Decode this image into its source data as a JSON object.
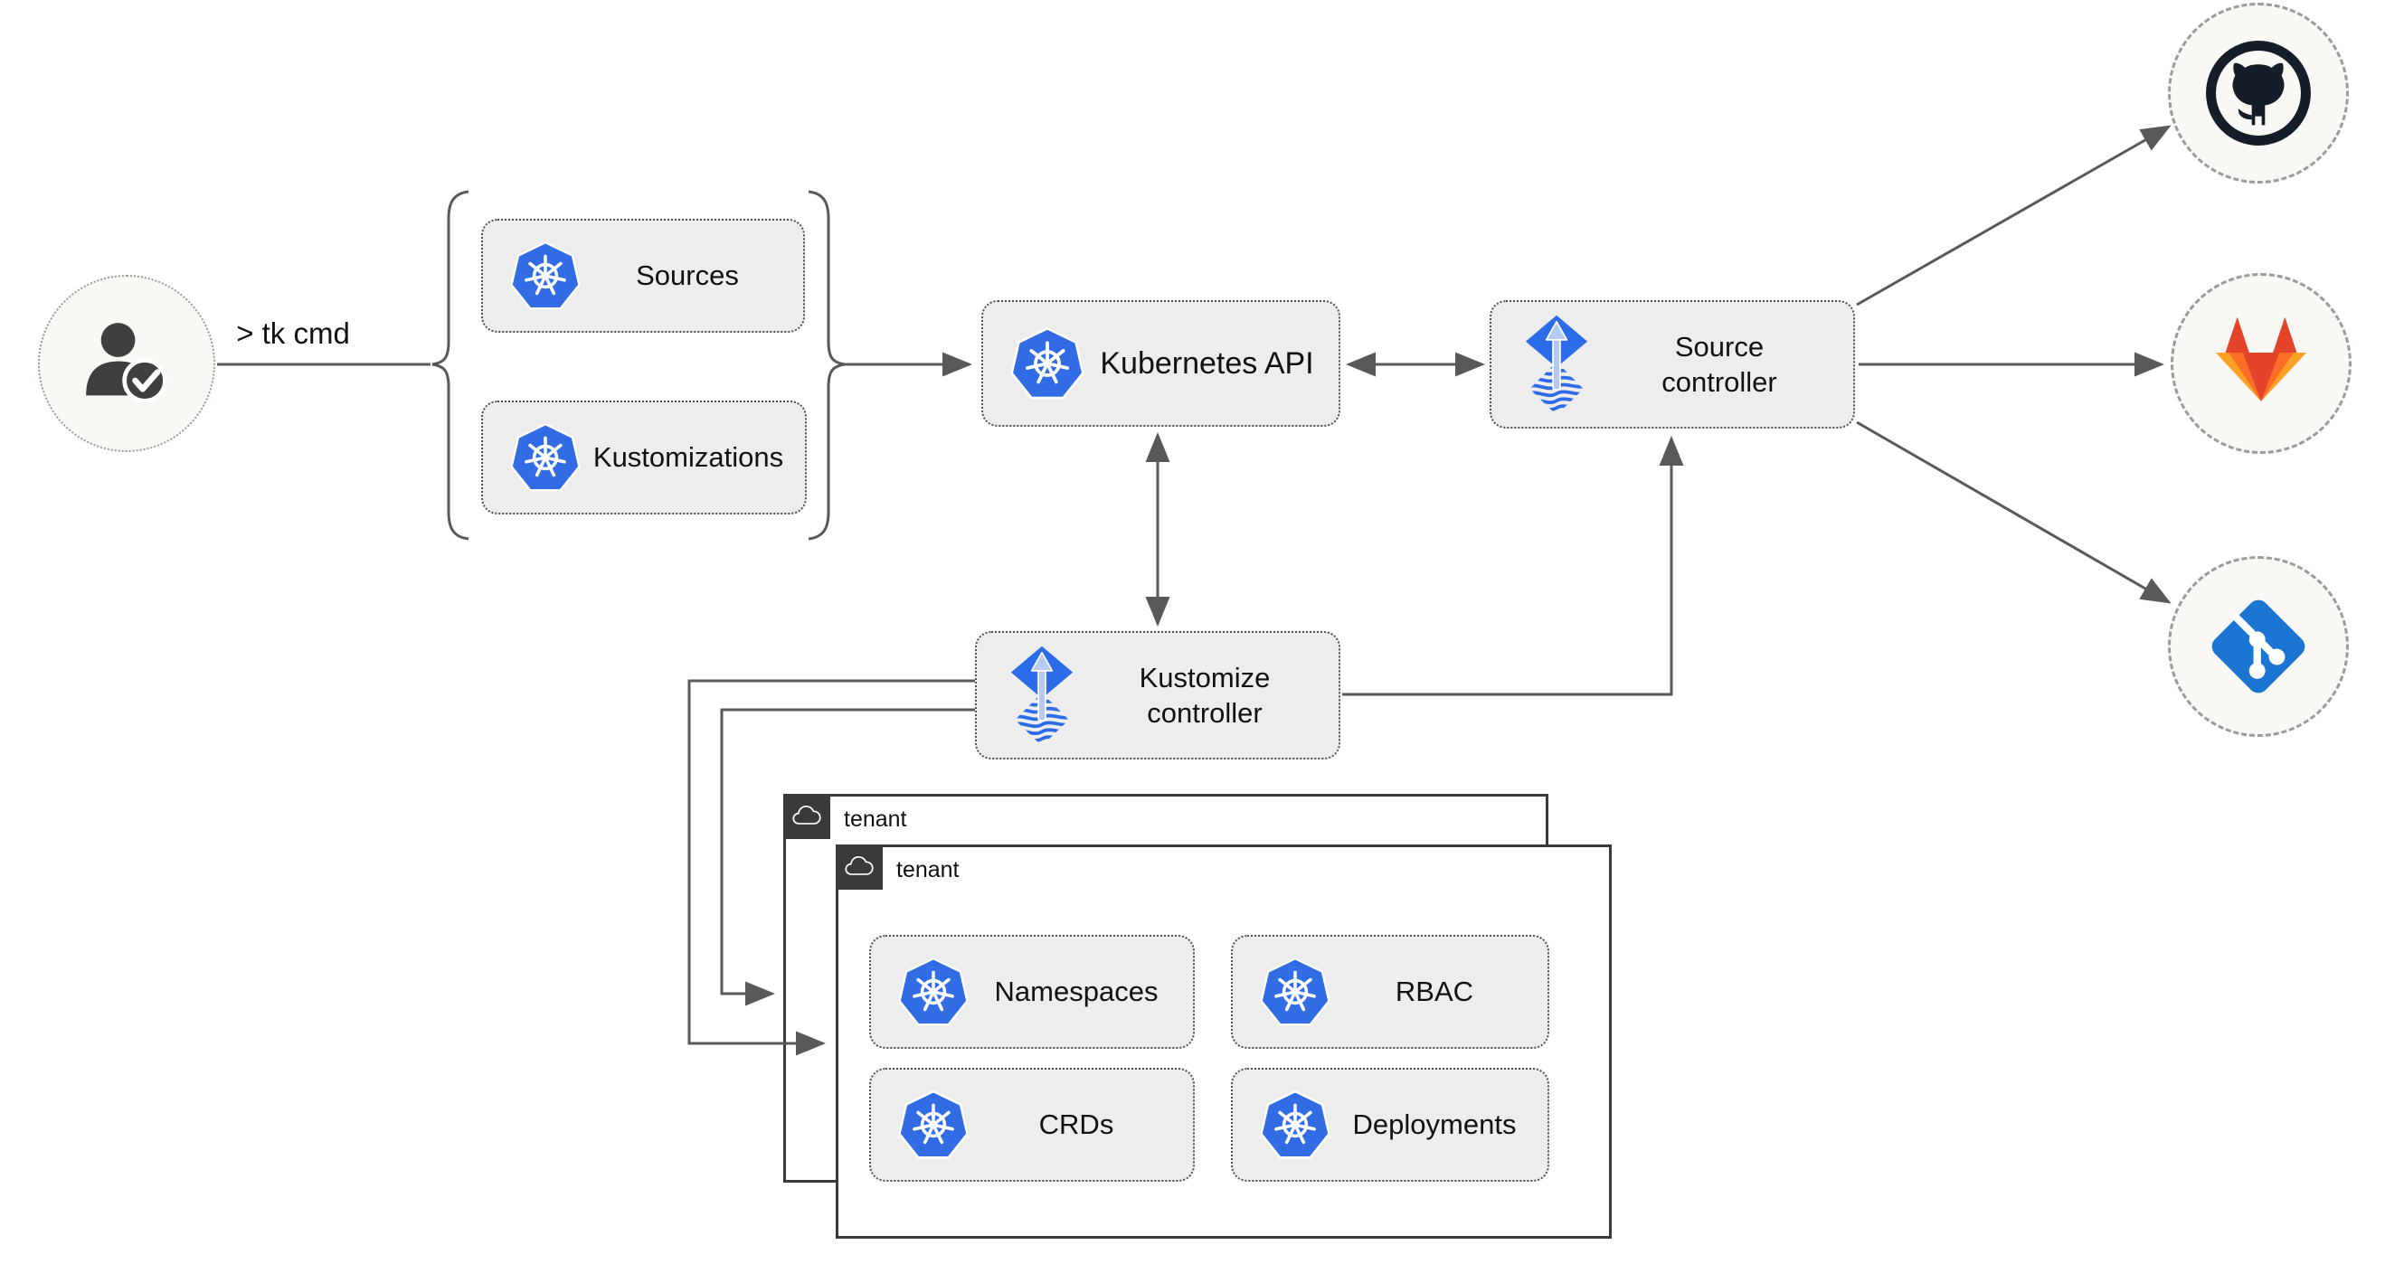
{
  "user": {
    "icon": "user-check-icon",
    "command_label": "> tk cmd"
  },
  "crd_group": {
    "items": [
      {
        "icon": "kubernetes-icon",
        "label": "Sources"
      },
      {
        "icon": "kubernetes-icon",
        "label": "Kustomizations"
      }
    ]
  },
  "nodes": {
    "kubernetes_api": {
      "icon": "kubernetes-icon",
      "label": "Kubernetes API"
    },
    "source_controller": {
      "icon": "flux-icon",
      "label_line1": "Source",
      "label_line2": "controller"
    },
    "kustomize_controller": {
      "icon": "flux-icon",
      "label_line1": "Kustomize",
      "label_line2": "controller"
    }
  },
  "git_providers": [
    {
      "name": "GitHub",
      "icon": "github-icon"
    },
    {
      "name": "GitLab",
      "icon": "gitlab-icon"
    },
    {
      "name": "Git",
      "icon": "git-icon"
    }
  ],
  "tenants": {
    "back": {
      "icon": "cloud-icon",
      "label": "tenant"
    },
    "front": {
      "icon": "cloud-icon",
      "label": "tenant",
      "resources": [
        {
          "icon": "kubernetes-icon",
          "label": "Namespaces"
        },
        {
          "icon": "kubernetes-icon",
          "label": "RBAC"
        },
        {
          "icon": "kubernetes-icon",
          "label": "CRDs"
        },
        {
          "icon": "kubernetes-icon",
          "label": "Deployments"
        }
      ]
    }
  },
  "connections": [
    {
      "from": "user",
      "to": "crd-group",
      "label": "> tk cmd",
      "arrow": "none"
    },
    {
      "from": "crd-group",
      "to": "kubernetes-api",
      "arrow": "end"
    },
    {
      "from": "kubernetes-api",
      "to": "source-controller",
      "arrow": "both"
    },
    {
      "from": "kubernetes-api",
      "to": "kustomize-controller",
      "arrow": "both"
    },
    {
      "from": "kustomize-controller",
      "to": "source-controller",
      "arrow": "end"
    },
    {
      "from": "kustomize-controller",
      "to": "tenant-back",
      "arrow": "end"
    },
    {
      "from": "kustomize-controller",
      "to": "tenant-front",
      "arrow": "end"
    },
    {
      "from": "source-controller",
      "to": "github",
      "arrow": "end"
    },
    {
      "from": "source-controller",
      "to": "gitlab",
      "arrow": "end"
    },
    {
      "from": "source-controller",
      "to": "git",
      "arrow": "end"
    }
  ],
  "colors": {
    "line": "#595959",
    "ink": "#111111",
    "boxBg": "#ededed",
    "boxBorder": "#4f4f4f",
    "circleBg": "#faf8f4",
    "circleBorder": "#9b9b9b",
    "k8sBlue": "#326ce5",
    "fluxBlue": "#2b6de9",
    "fluxArrow": "#b6c9f0",
    "githubDark": "#141d29",
    "gitlabRed": "#e24329",
    "gitlabOrange": "#fc6d26",
    "gitlabLight": "#fca326",
    "gitBlue": "#1a76d2",
    "tabDark": "#3a3a3a",
    "userGray": "#3f3f3f"
  }
}
